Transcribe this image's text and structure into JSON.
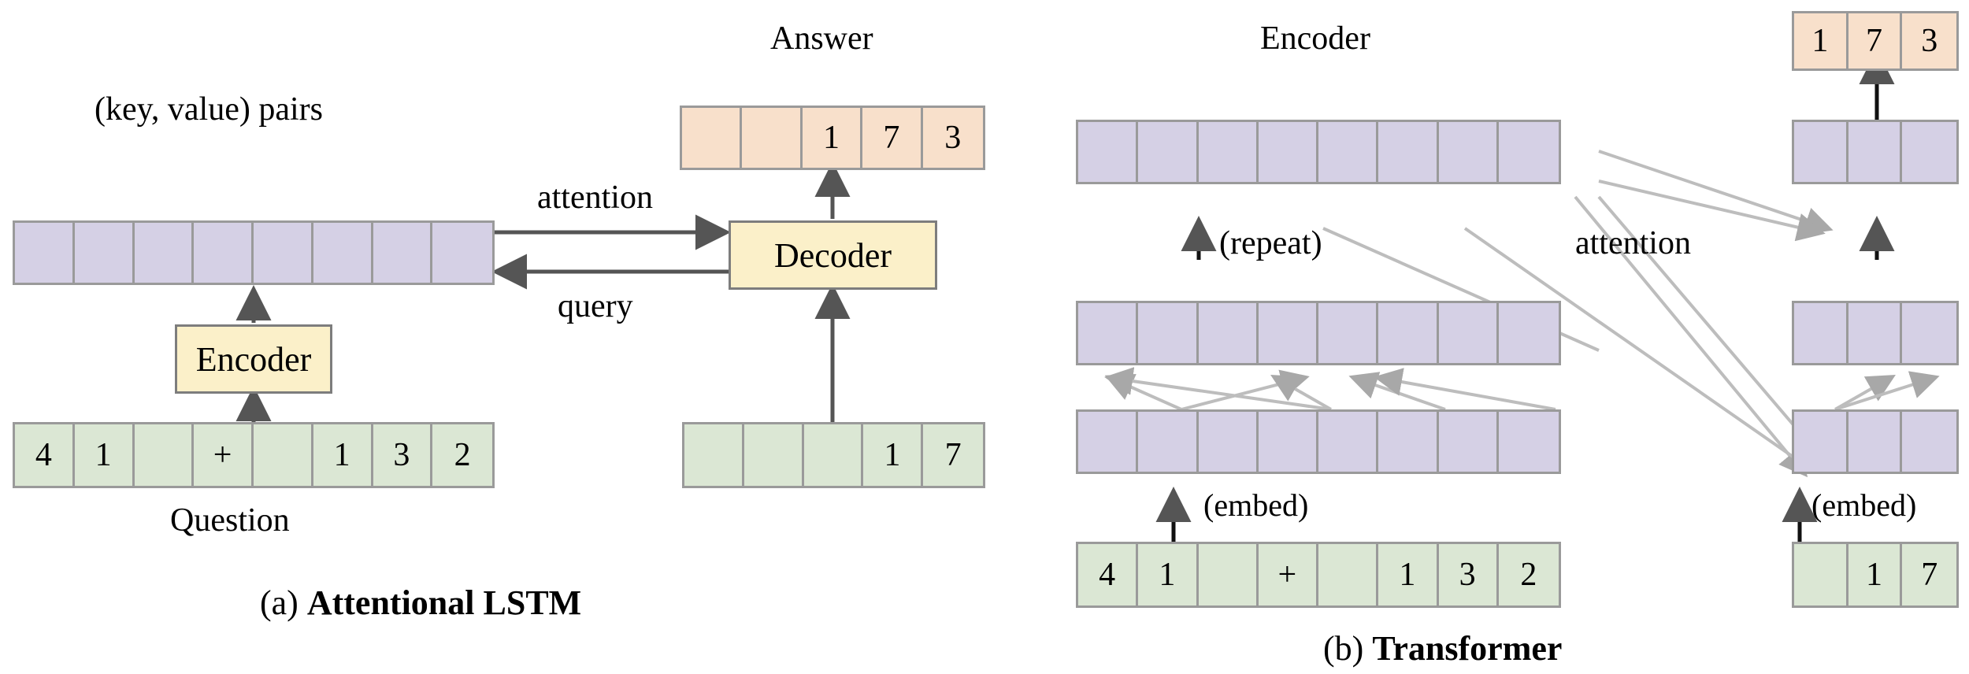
{
  "figure": {
    "panel_a": {
      "caption_prefix": "(a) ",
      "caption_bold": "Attentional LSTM",
      "labels": {
        "kv_pairs": "(key, value) pairs",
        "answer": "Answer",
        "attention": "attention",
        "query": "query",
        "question": "Question"
      },
      "encoder_box": "Encoder",
      "decoder_box": "Decoder",
      "memory_row": [
        "",
        "",
        "",
        "",
        "",
        "",
        "",
        ""
      ],
      "question_row": [
        "4",
        "1",
        "",
        "+",
        "",
        "1",
        "3",
        "2"
      ],
      "answer_row": [
        "",
        "",
        "1",
        "7",
        "3"
      ],
      "decoder_input_row": [
        "",
        "",
        "",
        "1",
        "7"
      ]
    },
    "panel_b": {
      "caption_prefix": "(b) ",
      "caption_bold": "Transformer",
      "labels": {
        "encoder": "Encoder",
        "repeat": "(repeat)",
        "attention": "attention",
        "embed_left": "(embed)",
        "embed_right": "(embed)"
      },
      "enc_top_row": [
        "",
        "",
        "",
        "",
        "",
        "",
        "",
        ""
      ],
      "enc_mid_row": [
        "",
        "",
        "",
        "",
        "",
        "",
        "",
        ""
      ],
      "enc_bot_row": [
        "",
        "",
        "",
        "",
        "",
        "",
        "",
        ""
      ],
      "enc_input_row": [
        "4",
        "1",
        "",
        "+",
        "",
        "1",
        "3",
        "2"
      ],
      "dec_out_row": [
        "1",
        "7",
        "3"
      ],
      "dec_top_row": [
        "",
        "",
        ""
      ],
      "dec_mid_row": [
        "",
        "",
        ""
      ],
      "dec_bot_row": [
        "",
        "",
        ""
      ],
      "dec_input_row": [
        "",
        "1",
        "7"
      ]
    }
  },
  "colors": {
    "purple": "#d5d0e5",
    "green": "#dbe7d4",
    "peach": "#f8e0cb",
    "box_yellow": "#fbf0c9",
    "border_gray": "#9a9a9a",
    "arrow_dark": "#555555",
    "wire_gray": "#a8a8a8"
  }
}
